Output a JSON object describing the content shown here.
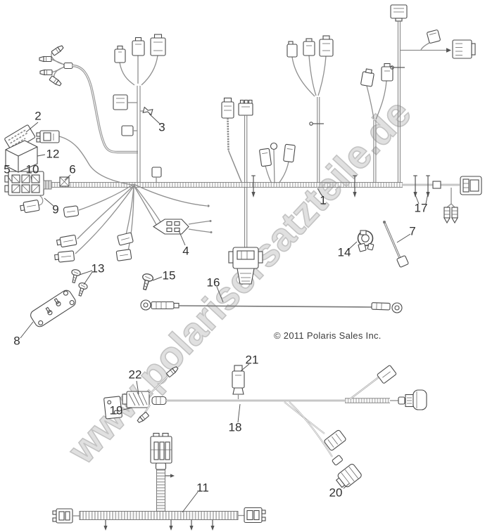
{
  "watermark": "www.polarisersatzteile.de",
  "copyright": "© 2011 Polaris Sales Inc.",
  "callouts": {
    "c1": "1",
    "c2": "2",
    "c3": "3",
    "c4": "4",
    "c5": "5",
    "c6": "6",
    "c7": "7",
    "c8": "8",
    "c9": "9",
    "c10": "10",
    "c11": "11",
    "c12": "12",
    "c13": "13",
    "c14": "14",
    "c15": "15",
    "c16": "16",
    "c17": "17",
    "c18": "18",
    "c19": "19",
    "c20": "20",
    "c21": "21",
    "c22": "22"
  },
  "colors": {
    "line_art": "#4a4a4a",
    "wire": "#8f8f8f",
    "watermark_fill": "#e0e0e0",
    "watermark_stroke": "#c3c3c3",
    "background": "#ffffff"
  }
}
